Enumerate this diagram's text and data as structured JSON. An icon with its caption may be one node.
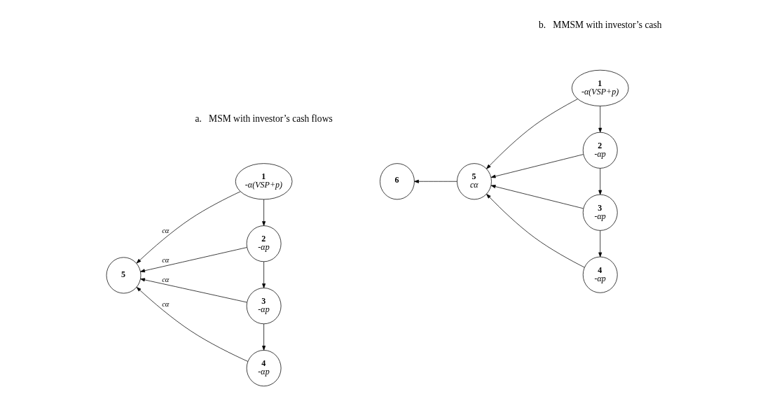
{
  "diagram": {
    "nodes": [
      {
        "text": [
          "1",
          "-α(VSP+p)"
        ]
      },
      {
        "text": [
          "2",
          "-αp"
        ]
      },
      {
        "text": [
          "3",
          "-αp"
        ]
      },
      {
        "text": [
          "4",
          "-αp"
        ]
      },
      {
        "text": [
          "5"
        ]
      },
      {
        "text": [
          "1",
          "-α(VSP+p)"
        ]
      },
      {
        "text": [
          "2",
          "-αp"
        ]
      },
      {
        "text": [
          "3",
          "-αp"
        ]
      },
      {
        "text": [
          "4",
          "-αp"
        ]
      },
      {
        "text": [
          "5",
          "cα"
        ]
      },
      {
        "text": [
          "6"
        ]
      }
    ],
    "edges": [
      {
        "from": 0,
        "to": 1,
        "arrow": "to"
      },
      {
        "from": 1,
        "to": 2,
        "arrow": "to"
      },
      {
        "from": 2,
        "to": 3,
        "arrow": "to"
      },
      {
        "from": 0,
        "to": 4,
        "arrow": "to",
        "label": "cα"
      },
      {
        "from": 1,
        "to": 4,
        "arrow": "to",
        "label": "cα"
      },
      {
        "from": 2,
        "to": 4,
        "arrow": "to",
        "label": "cα"
      },
      {
        "from": 3,
        "to": 4,
        "arrow": "to",
        "label": "cα"
      },
      {
        "from": 5,
        "to": 6,
        "arrow": "to"
      },
      {
        "from": 6,
        "to": 7,
        "arrow": "to"
      },
      {
        "from": 7,
        "to": 8,
        "arrow": "to"
      },
      {
        "from": 5,
        "to": 9,
        "arrow": "to"
      },
      {
        "from": 6,
        "to": 9,
        "arrow": "to"
      },
      {
        "from": 7,
        "to": 9,
        "arrow": "to"
      },
      {
        "from": 8,
        "to": 9,
        "arrow": "to"
      },
      {
        "from": 9,
        "to": 10,
        "arrow": "to"
      }
    ],
    "labels": [
      "a.   MSM with investor’s cash flows",
      "b.   MMSM with investor’s cash"
    ]
  }
}
